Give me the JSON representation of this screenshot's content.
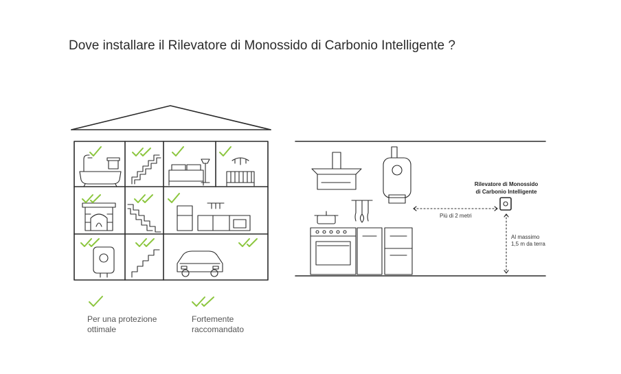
{
  "title": "Dove installare il Rilevatore di Monossido di Carbonio Intelligente ?",
  "colors": {
    "check": "#8cc63f",
    "line": "#2a2a2a"
  },
  "legend": {
    "single_check": "Per una protezione ottimale",
    "double_check": "Fortemente raccomandato"
  },
  "detector": {
    "label_line1": "Rilevatore di Monossido",
    "label_line2": "di Carbonio Intelligente"
  },
  "distance_label": "Più di 2 metri",
  "height_label_line1": "Al massimo",
  "height_label_line2": "1,5 m da terra",
  "rooms": [
    {
      "name": "bathroom",
      "check": "single"
    },
    {
      "name": "stairs-top",
      "check": "double"
    },
    {
      "name": "bedroom",
      "check": "single"
    },
    {
      "name": "nursery",
      "check": "single"
    },
    {
      "name": "fireplace-room",
      "check": "double"
    },
    {
      "name": "stairs-middle",
      "check": "double"
    },
    {
      "name": "kitchen",
      "check": "single"
    },
    {
      "name": "boiler-room",
      "check": "double"
    },
    {
      "name": "stairs-bottom",
      "check": "double"
    },
    {
      "name": "garage",
      "check": "double"
    }
  ]
}
